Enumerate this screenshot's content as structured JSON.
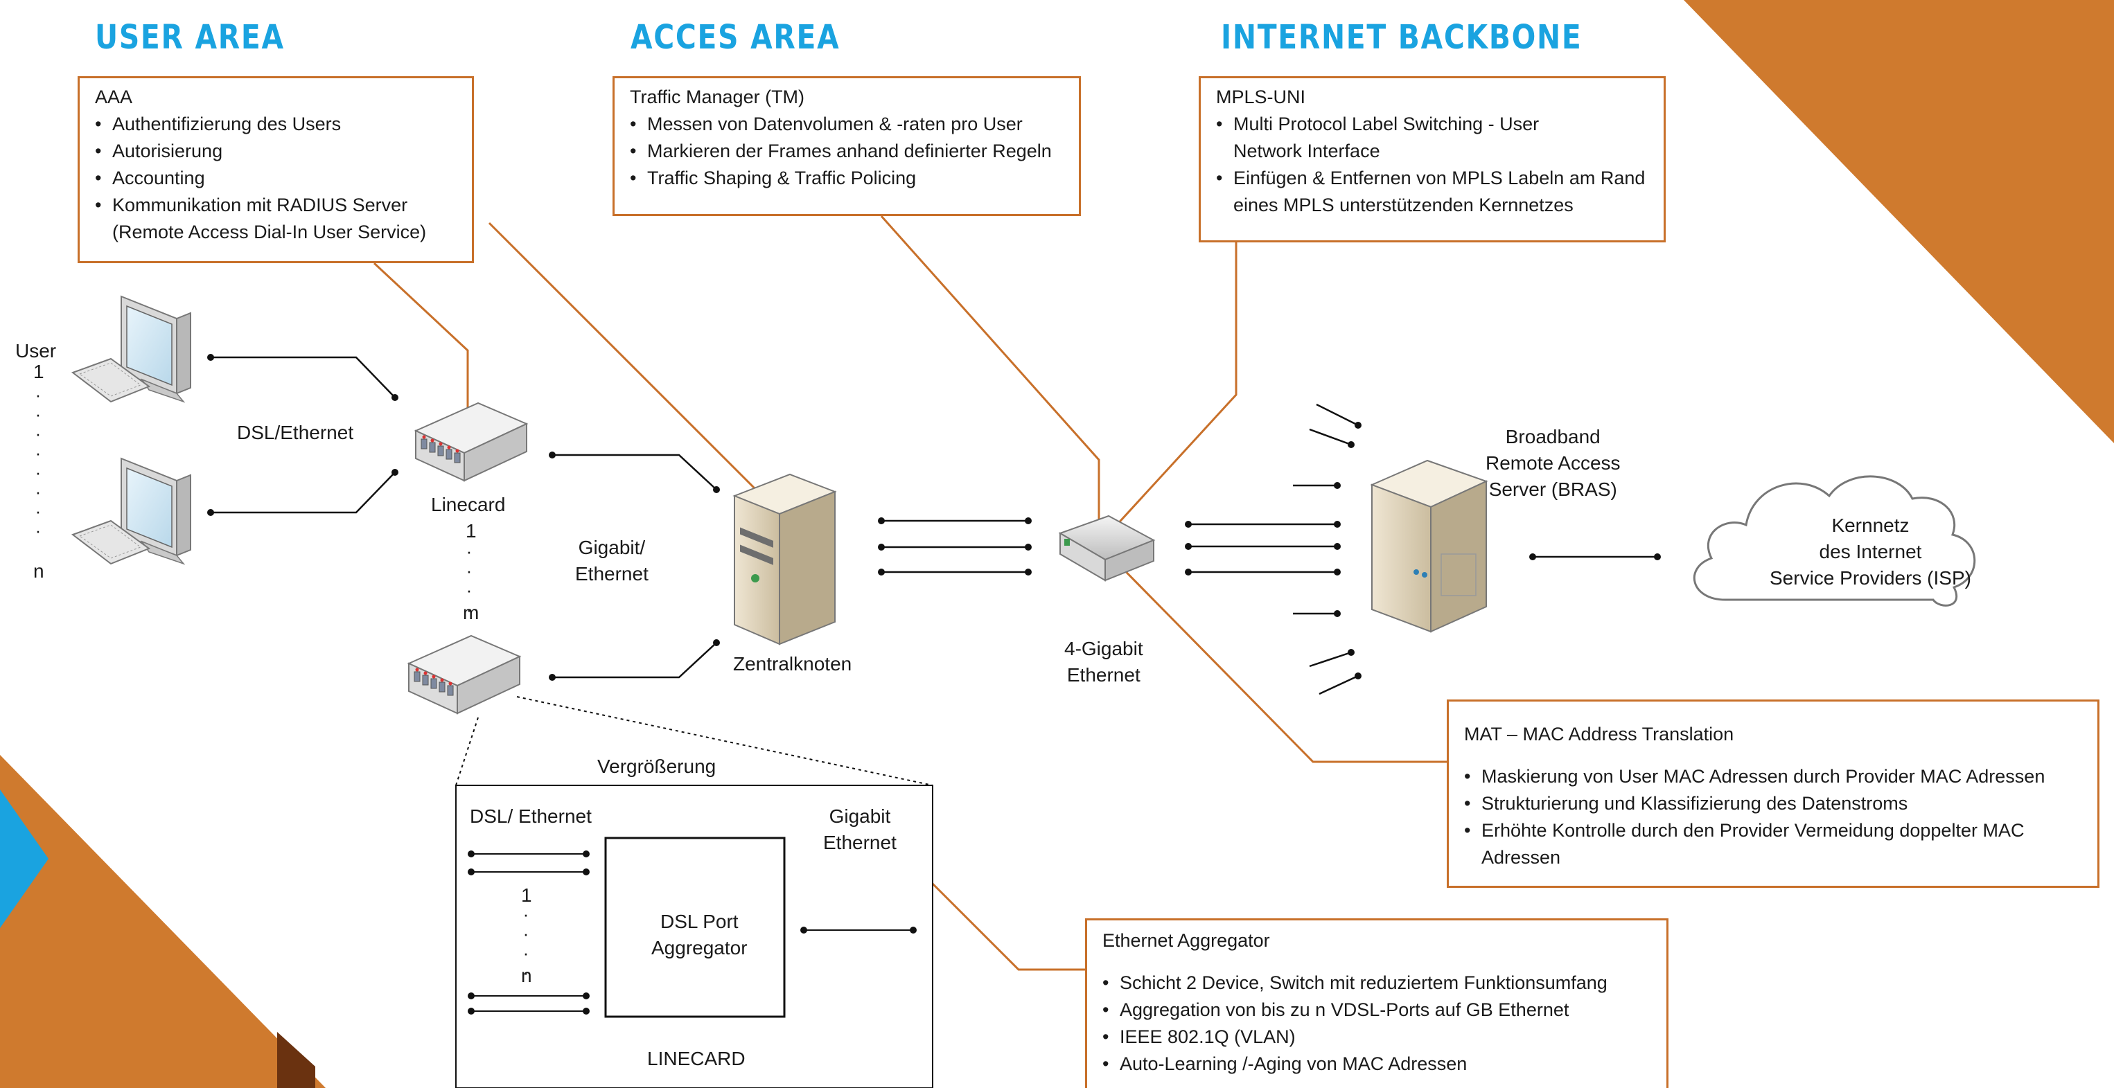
{
  "headings": {
    "user_area": "USER AREA",
    "access_area": "ACCES AREA",
    "internet_backbone": "INTERNET BACKBONE"
  },
  "boxes": {
    "aaa": {
      "title": "AAA",
      "items": [
        "Authentifizierung des Users",
        "Autorisierung",
        "Accounting",
        "Kommunikation mit RADIUS Server (Remote Access Dial-In User Service)"
      ]
    },
    "traffic_manager": {
      "title": "Traffic Manager (TM)",
      "items": [
        "Messen von Datenvolumen & -raten pro User",
        "Markieren der Frames anhand definierter Regeln",
        "Traffic Shaping & Traffic Policing"
      ]
    },
    "mpls": {
      "title": "MPLS-UNI",
      "items": [
        "Multi Protocol Label Switching - User Network Interface",
        "Einfügen & Entfernen von MPLS Labeln am Rand eines MPLS unterstützenden Kernnetzes"
      ]
    },
    "mat": {
      "title": "MAT – MAC Address Translation",
      "items": [
        "Maskierung von User MAC Adressen durch Provider MAC Adressen",
        "Strukturierung und Klassifizierung des Datenstroms",
        "Erhöhte Kontrolle durch den Provider Vermeidung doppelter MAC Adressen"
      ]
    },
    "ethernet_aggregator": {
      "title": "Ethernet Aggregator",
      "items": [
        "Schicht 2 Device, Switch mit reduziertem Funktionsumfang",
        "Aggregation von bis zu n VDSL-Ports auf GB Ethernet",
        "IEEE 802.1Q (VLAN)",
        "Auto-Learning /-Aging von MAC Adressen"
      ]
    }
  },
  "labels": {
    "user": "User",
    "user_first": "1",
    "user_last": "n",
    "dsl_ethernet": "DSL/Ethernet",
    "linecard": "Linecard",
    "linecard_first": "1",
    "linecard_last": "m",
    "gigabit_ethernet": "Gigabit/\nEthernet",
    "zentralknoten": "Zentralknoten",
    "four_gigabit": "4-Gigabit\nEthernet",
    "bras": "Broadband\nRemote Access\nServer (BRAS)",
    "cloud": "Kernnetz\ndes Internet\nService Providers (ISP)"
  },
  "zoom": {
    "title": "Vergrößerung",
    "dsl_ethernet": "DSL/ Ethernet",
    "gigabit_ethernet": "Gigabit\nEthernet",
    "port_first": "1",
    "port_last": "n",
    "aggregator": "DSL Port\nAggregator",
    "linecard": "LINECARD"
  },
  "icons": [
    "computer-icon",
    "linecard-switch-icon",
    "server-tower-icon",
    "switch-icon",
    "bras-server-icon",
    "cloud-icon"
  ],
  "colors": {
    "accent_orange": "#c8702a",
    "corner_orange": "#cf7a2e",
    "heading_blue": "#1aa3e0",
    "corner_brown": "#6a3210"
  }
}
